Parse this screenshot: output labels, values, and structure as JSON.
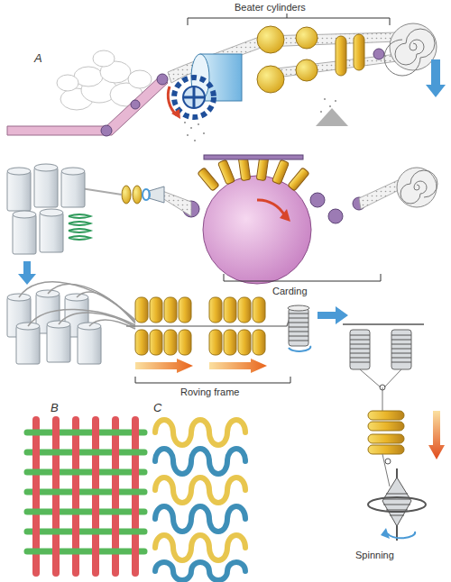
{
  "diagram": {
    "labels": [
      "Beater cylinders",
      "A",
      "Carding",
      "Roving frame",
      "B",
      "C",
      "Spinning"
    ]
  }
}
